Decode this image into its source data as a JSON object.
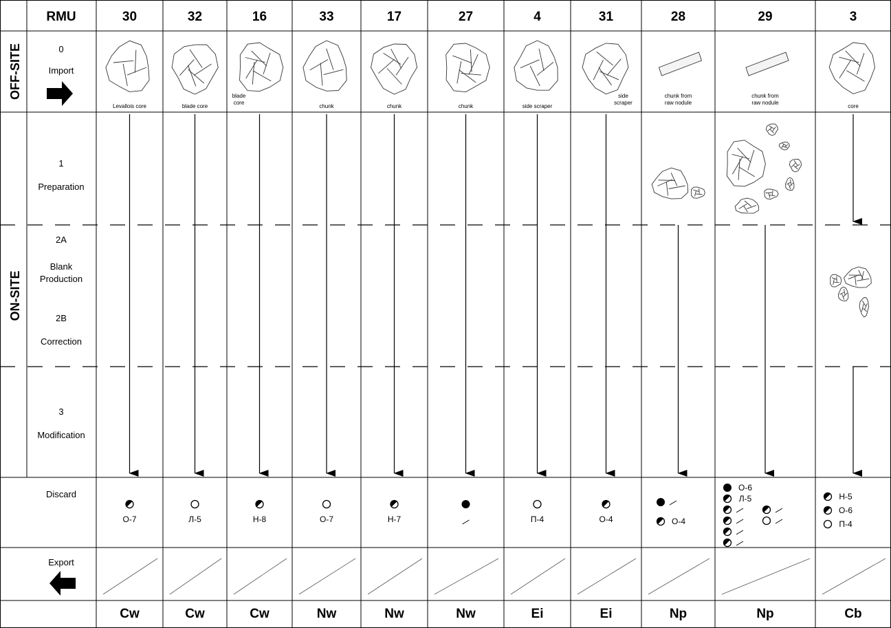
{
  "header": {
    "rmu_label": "RMU"
  },
  "zones": {
    "off_site": "OFF-SITE",
    "on_site": "ON-SITE"
  },
  "stages": {
    "import": {
      "number": "0",
      "label": "Import"
    },
    "preparation": {
      "number": "1",
      "label": "Preparation"
    },
    "blank_production": {
      "number": "2A",
      "label_line1": "Blank",
      "label_line2": "Production"
    },
    "correction": {
      "number": "2B",
      "label": "Correction"
    },
    "modification": {
      "number": "3",
      "label": "Modification"
    },
    "discard": {
      "label": "Discard"
    },
    "export": {
      "label": "Export"
    }
  },
  "columns": [
    {
      "rmu": "30",
      "import_item": "Levallois core",
      "category": "Cw",
      "discard": [
        {
          "symbol": "half",
          "code": "O-7"
        }
      ]
    },
    {
      "rmu": "32",
      "import_item": "blade core",
      "category": "Cw",
      "discard": [
        {
          "symbol": "open",
          "code": "Л-5"
        }
      ]
    },
    {
      "rmu": "16",
      "import_item_line1": "blade",
      "import_item_line2": "core",
      "category": "Cw",
      "discard": [
        {
          "symbol": "half",
          "code": "H-8"
        }
      ]
    },
    {
      "rmu": "33",
      "import_item": "chunk",
      "category": "Nw",
      "discard": [
        {
          "symbol": "open",
          "code": "O-7"
        }
      ]
    },
    {
      "rmu": "17",
      "import_item": "chunk",
      "category": "Nw",
      "discard": [
        {
          "symbol": "half",
          "code": "H-7"
        }
      ]
    },
    {
      "rmu": "27",
      "import_item": "chunk",
      "category": "Nw",
      "discard": [
        {
          "symbol": "filled",
          "code": ""
        }
      ]
    },
    {
      "rmu": "4",
      "import_item": "side scraper",
      "category": "Ei",
      "discard": [
        {
          "symbol": "open",
          "code": "П-4"
        }
      ]
    },
    {
      "rmu": "31",
      "import_item_line1": "side",
      "import_item_line2": "scraper",
      "category": "Ei",
      "discard": [
        {
          "symbol": "half",
          "code": "O-4"
        }
      ]
    },
    {
      "rmu": "28",
      "import_item_line1": "chunk from",
      "import_item_line2": "raw nodule",
      "category": "Np",
      "discard": [
        {
          "symbol": "filled",
          "code": ""
        },
        {
          "symbol": "half",
          "code": "O-4"
        }
      ]
    },
    {
      "rmu": "29",
      "import_item_line1": "chunk from",
      "import_item_line2": "raw nodule",
      "category": "Np",
      "discard": [
        {
          "symbol": "filled",
          "code": "O-6"
        },
        {
          "symbol": "half",
          "code": "Л-5"
        }
      ]
    },
    {
      "rmu": "3",
      "import_item": "core",
      "category": "Cb",
      "discard": [
        {
          "symbol": "half",
          "code": "H-5"
        },
        {
          "symbol": "half",
          "code": "O-6"
        },
        {
          "symbol": "open",
          "code": "П-4"
        }
      ]
    }
  ]
}
